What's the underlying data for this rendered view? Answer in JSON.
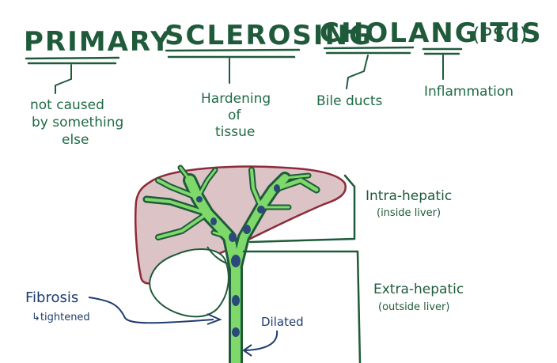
{
  "title": {
    "primary": "PRIMARY",
    "sclerosing": "SCLEROSING",
    "cholangitis": "CHOLANGITIS",
    "abbrev": "(PSC)"
  },
  "definitions": {
    "primary": [
      "not caused",
      "by something",
      "else"
    ],
    "sclerosing": [
      "Hardening",
      "of",
      "tissue"
    ],
    "cholang": [
      "Bile ducts"
    ],
    "itis": [
      "Inflammation"
    ]
  },
  "labels": {
    "intra_title": "Intra-hepatic",
    "intra_sub": "(inside liver)",
    "extra_title": "Extra-hepatic",
    "extra_sub": "(outside liver)",
    "fibrosis": "Fibrosis",
    "tightened": "↳tightened",
    "dilated": "Dilated"
  },
  "colors": {
    "title_green": "#1f5b3a",
    "liver_fill": "#dbc3c6",
    "liver_outline": "#8e2a3a",
    "duct_green": "#7ed86a",
    "duct_outline": "#1f5b3a",
    "fibrosis_blue": "#1e3c6e"
  }
}
